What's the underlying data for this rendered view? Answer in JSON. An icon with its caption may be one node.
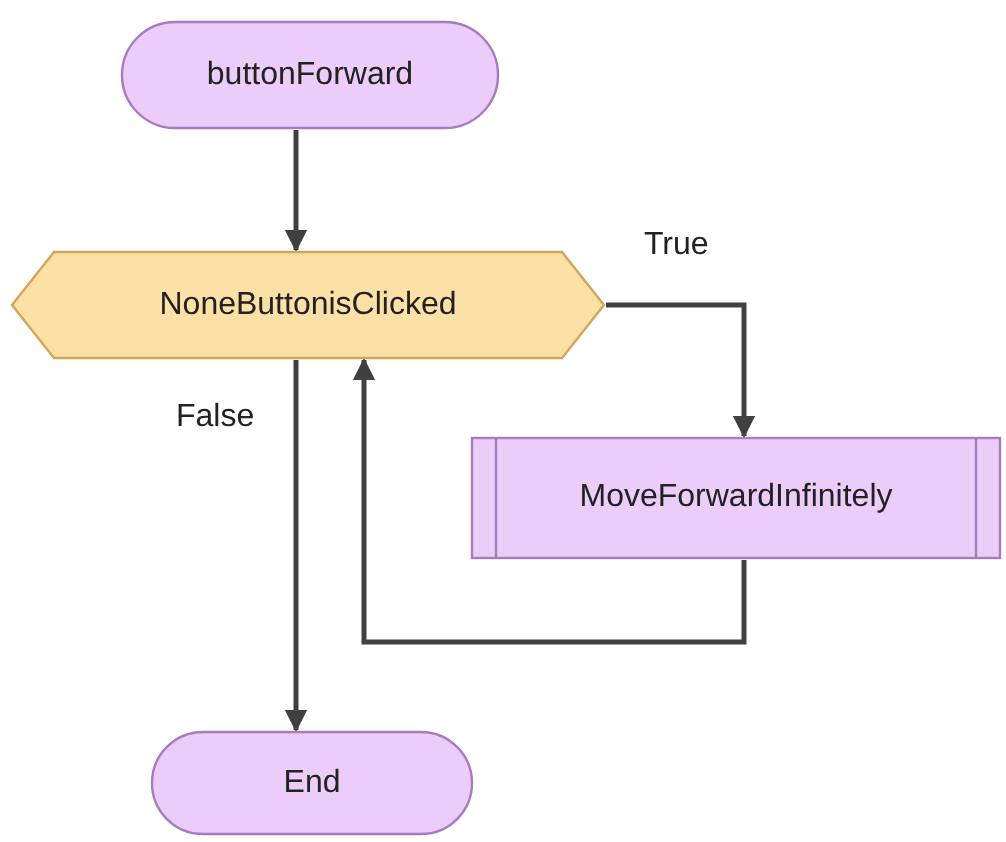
{
  "diagram": {
    "nodes": [
      {
        "text": [
          "buttonForward"
        ]
      },
      {
        "text": [
          "NoneButtonisClicked"
        ]
      },
      {
        "text": [
          "MoveForwardInfinitely"
        ]
      },
      {
        "text": [
          "End"
        ]
      }
    ],
    "edges": [
      {
        "from": 0,
        "to": 1,
        "arrow": "to"
      },
      {
        "from": 1,
        "to": 2,
        "arrow": "to",
        "label": "True"
      },
      {
        "from": 2,
        "to": 1,
        "arrow": "to"
      },
      {
        "from": 1,
        "to": 3,
        "arrow": "to",
        "label": "False"
      }
    ]
  }
}
